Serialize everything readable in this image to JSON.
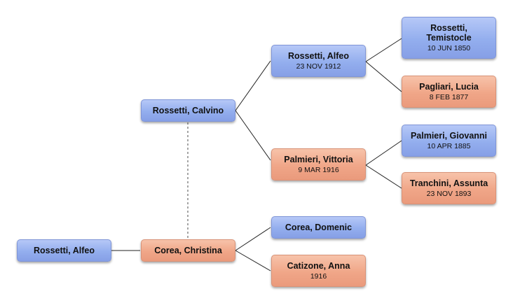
{
  "tree": {
    "people": [
      {
        "id": "root",
        "name": "Rossetti, Alfeo",
        "date": "",
        "sex": "male"
      },
      {
        "id": "father",
        "name": "Rossetti, Calvino",
        "date": "",
        "sex": "male"
      },
      {
        "id": "mother",
        "name": "Corea, Christina",
        "date": "",
        "sex": "female"
      },
      {
        "id": "pgf",
        "name": "Rossetti, Alfeo",
        "date": "23 NOV 1912",
        "sex": "male"
      },
      {
        "id": "pgm",
        "name": "Palmieri, Vittoria",
        "date": "9 MAR 1916",
        "sex": "female"
      },
      {
        "id": "mgf",
        "name": "Corea, Domenic",
        "date": "",
        "sex": "male"
      },
      {
        "id": "mgm",
        "name": "Catizone, Anna",
        "date": "1916",
        "sex": "female"
      },
      {
        "id": "pggf1",
        "name": "Rossetti, Temistocle",
        "date": "10 JUN 1850",
        "sex": "male"
      },
      {
        "id": "pggm1",
        "name": "Pagliari, Lucia",
        "date": "8 FEB 1877",
        "sex": "female"
      },
      {
        "id": "pggf2",
        "name": "Palmieri, Giovanni",
        "date": "10 APR 1885",
        "sex": "male"
      },
      {
        "id": "pggm2",
        "name": "Tranchini, Assunta",
        "date": "23 NOV 1893",
        "sex": "female"
      }
    ]
  },
  "colors": {
    "line": "#222222",
    "marriage_line": "#777777"
  }
}
